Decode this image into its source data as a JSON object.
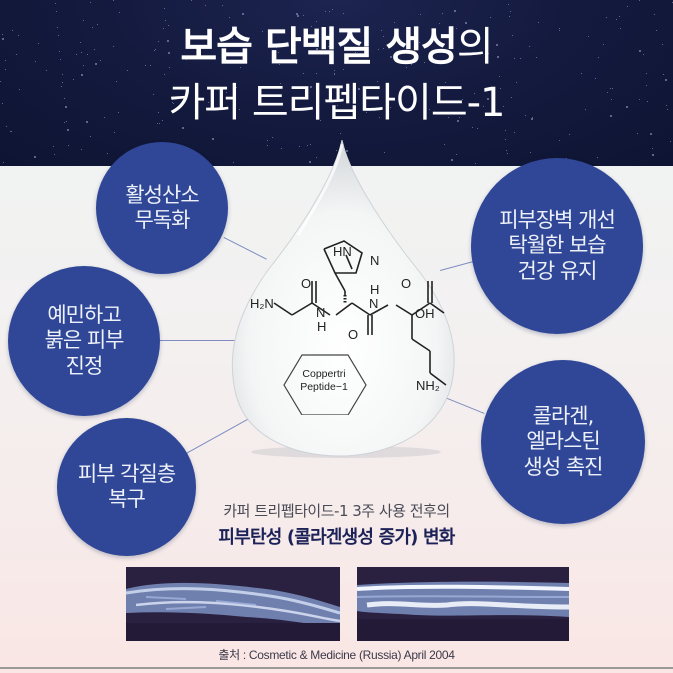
{
  "header": {
    "title_line1_bold": "보습 단백질 생성",
    "title_line1_light": "의",
    "title_line2": "카퍼 트리펩타이드-1"
  },
  "benefits": [
    {
      "id": "antioxidant",
      "label": "활성산소\n무독화"
    },
    {
      "id": "soothing",
      "label": "예민하고\n붉은 피부\n진정"
    },
    {
      "id": "stratum",
      "label": "피부 각질층\n복구"
    },
    {
      "id": "barrier",
      "label": "피부장벽 개선\n탁월한 보습\n건강 유지"
    },
    {
      "id": "collagen",
      "label": "콜라겐,\n엘라스틴\n생성 촉진"
    }
  ],
  "molecule": {
    "labels": {
      "hn": "HN",
      "n_ring": "N",
      "h2n": "H₂N",
      "o1": "O",
      "nh1_n": "N",
      "nh1_h": "H",
      "o2": "O",
      "nh2_h": "H",
      "nh2_n": "N",
      "o3": "O",
      "oh": "OH",
      "nh2_end": "NH₂"
    },
    "hex_label_line1": "Coppertri",
    "hex_label_line2": "Peptide−1"
  },
  "study": {
    "caption_line1": "카퍼 트리펩타이드-1 3주 사용 전후의",
    "caption_line2": "피부탄성 (콜라겐생성 증가) 변화",
    "images": [
      {
        "id": "before",
        "description": "skin-ultrasound-before"
      },
      {
        "id": "after",
        "description": "skin-ultrasound-after"
      }
    ],
    "source": "출처 : Cosmetic & Medicine (Russia) April 2004"
  },
  "colors": {
    "header_bg": "#141a3e",
    "bubble": "#2f4796",
    "caption_emphasis": "#1c2258",
    "connector": "#7e8cc0"
  }
}
